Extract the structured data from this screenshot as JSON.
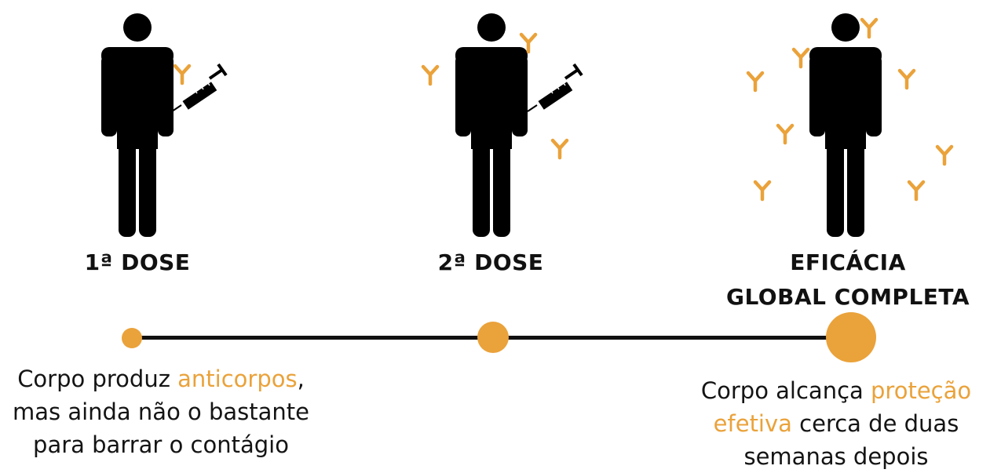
{
  "colors": {
    "accent": "#eaa23a",
    "figure": "#000000",
    "timeline": "#111111"
  },
  "stages": [
    {
      "label_line1": "1ª DOSE",
      "label_line2": "",
      "icons": [
        "person-icon",
        "syringe-icon",
        "antibody-icon"
      ]
    },
    {
      "label_line1": "2ª DOSE",
      "label_line2": "",
      "icons": [
        "person-icon",
        "syringe-icon",
        "antibody-icon"
      ]
    },
    {
      "label_line1": "EFICÁCIA",
      "label_line2": "GLOBAL COMPLETA",
      "icons": [
        "person-icon",
        "antibody-icon"
      ]
    }
  ],
  "descriptions": {
    "left": {
      "line1_pre": "Corpo produz ",
      "line1_hl": "anticorpos",
      "line1_post": ",",
      "line2": "mas ainda não o bastante",
      "line3": "para barrar o contágio"
    },
    "right": {
      "line1_pre": "Corpo alcança ",
      "line1_hl": "proteção",
      "line2_hl": "efetiva",
      "line2_post": " cerca de duas",
      "line3": "semanas depois"
    }
  }
}
